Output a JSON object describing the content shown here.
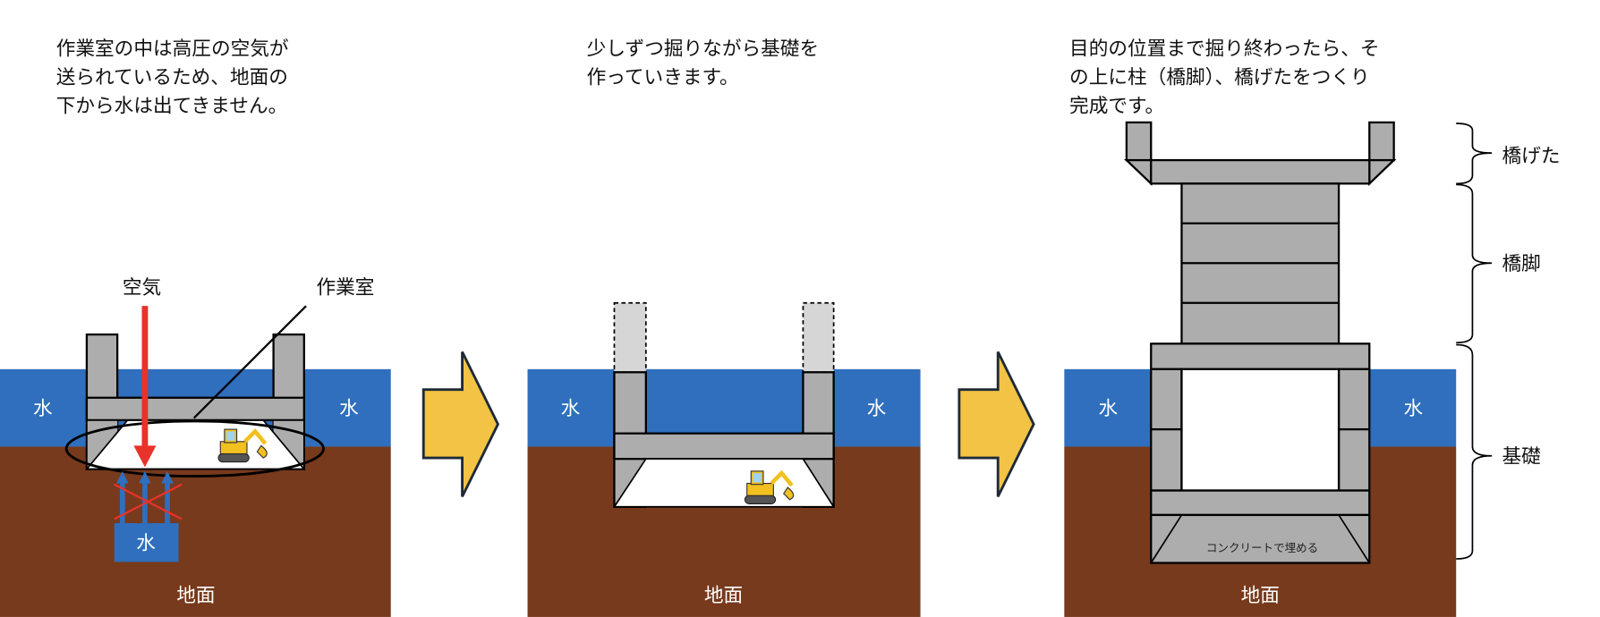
{
  "panel1": {
    "description": [
      "作業室の中は高圧の空気が",
      "送られているため、地面の",
      "下から水は出てきません。"
    ],
    "air_label": "空気",
    "chamber_label": "作業室",
    "water_left": "水",
    "water_right": "水",
    "water_below": "水",
    "ground_label": "地面"
  },
  "panel2": {
    "description": [
      "少しずつ掘りながら基礎を",
      "作っていきます。"
    ],
    "water_left": "水",
    "water_right": "水",
    "ground_label": "地面"
  },
  "panel3": {
    "description": [
      "目的の位置まで掘り終わったら、そ",
      "の上に柱（橋脚）、橋げたをつくり",
      "完成です。"
    ],
    "water_left": "水",
    "water_right": "水",
    "ground_label": "地面",
    "concrete_label": "コンクリートで埋める",
    "girder_label": "橋げた",
    "pier_label": "橋脚",
    "foundation_label": "基礎"
  },
  "colors": {
    "water": "#2f6fbd",
    "ground": "#773a1c",
    "concrete": "#adadad",
    "arrow": "#f2c344",
    "air": "#e8322a"
  }
}
